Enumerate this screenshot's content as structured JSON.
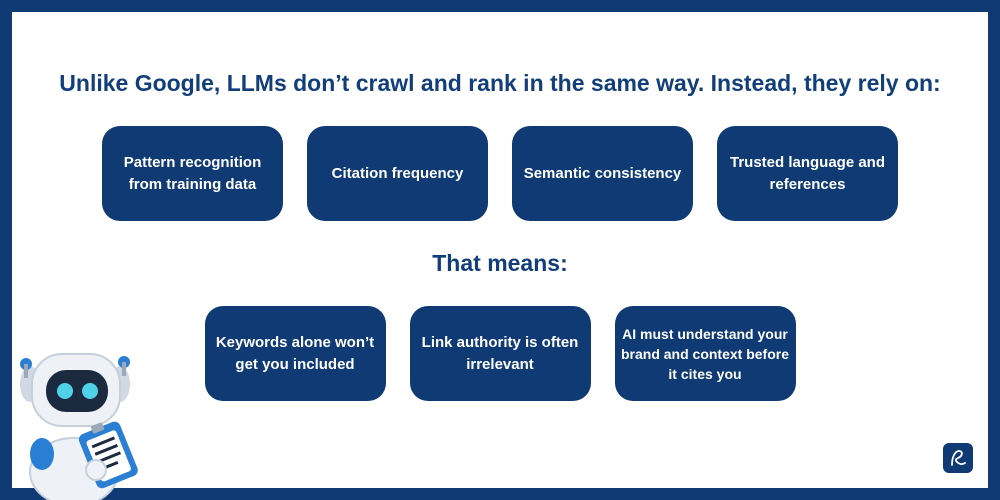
{
  "heading": "Unlike Google, LLMs don’t crawl and rank in the same way. Instead, they rely on:",
  "factors": [
    "Pattern recognition from training data",
    "Citation frequency",
    "Semantic consistency",
    "Trusted language and references"
  ],
  "subheading": "That means:",
  "implications": [
    "Keywords alone won’t get you included",
    "Link authority is often irrelevant",
    "AI must understand your brand and context before it cites you"
  ],
  "colors": {
    "brand_navy": "#0f3a74",
    "heading_text": "#123f7a",
    "background": "#ffffff",
    "robot_accent": "#2a7fd4"
  },
  "icons": {
    "robot": "robot-mascot-icon",
    "brand": "brand-logo-icon"
  }
}
